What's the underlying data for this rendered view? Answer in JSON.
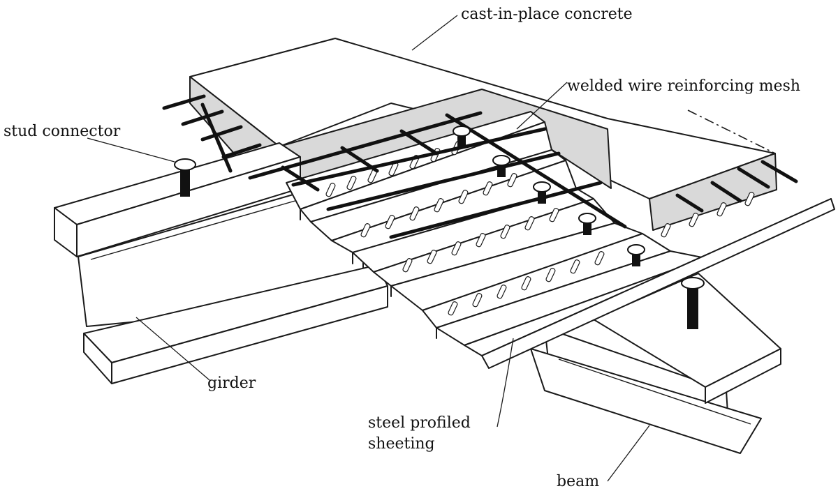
{
  "diagram": {
    "labels": {
      "concrete": "cast-in-place concrete",
      "mesh": "welded wire reinforcing mesh",
      "stud": "stud connector",
      "girder": "girder",
      "sheeting_line1": "steel profiled",
      "sheeting_line2": "sheeting",
      "beam": "beam"
    },
    "colors": {
      "ink": "#1a1a1a",
      "concrete_section": "#d9d9d9",
      "steel": "#ffffff",
      "background": "#ffffff"
    }
  }
}
